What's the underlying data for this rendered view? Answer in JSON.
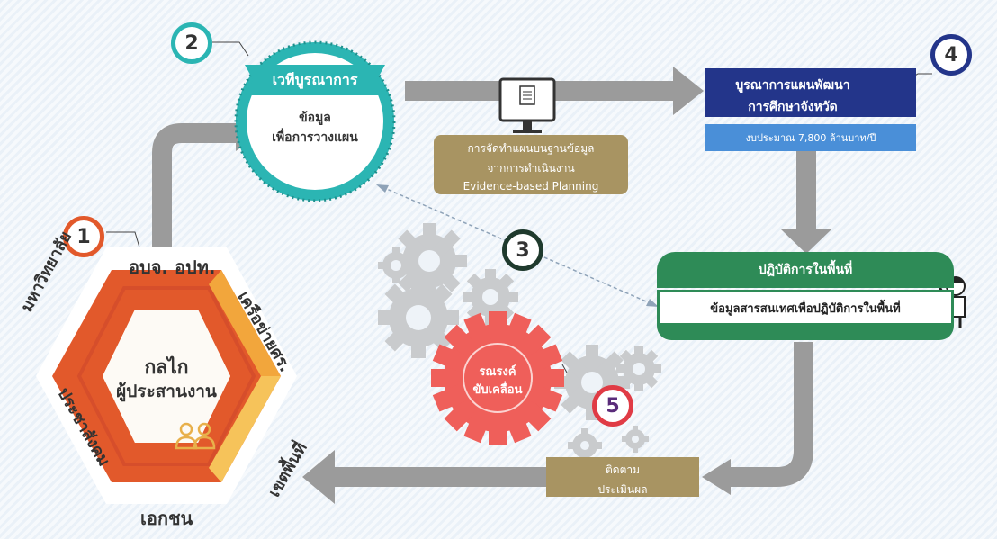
{
  "numbers": {
    "n1": "1",
    "n2": "2",
    "n3": "3",
    "n4": "4",
    "n5": "5"
  },
  "hexagon": {
    "center_line1": "กลไก",
    "center_line2": "ผู้ประสานงาน",
    "top": "อบจ. อปท.",
    "upper_left": "มหาวิทยาลัย",
    "upper_right": "เครือข่ายศร.",
    "lower_left": "ประชาสังคม",
    "lower_right": "เขตพื้นที่",
    "bottom": "เอกชน"
  },
  "platform": {
    "banner": "เวทีบูรณาการ",
    "line1": "ข้อมูล",
    "line2": "เพื่อการวางแผน"
  },
  "evidence": {
    "line1": "การจัดทำแผนบนฐานข้อมูล",
    "line2": "จากการดำเนินงาน",
    "line3": "Evidence-based Planning"
  },
  "provincial_plan": {
    "title_line1": "บูรณาการแผนพัฒนา",
    "title_line2": "การศึกษาจังหวัด",
    "budget": "งบประมาณ 7,800 ล้านบาท/ปี"
  },
  "operation": {
    "title": "ปฏิบัติการในพื้นที่",
    "subtitle": "ข้อมูลสารสนเทศเพื่อปฏิบัติการในพื้นที่"
  },
  "campaign": {
    "line1": "รณรงค์",
    "line2": "ขับเคลื่อน"
  },
  "monitoring": {
    "line1": "ติดตาม",
    "line2": "ประเมินผล"
  },
  "colors": {
    "orange": "#e2592b",
    "teal": "#2bb5b3",
    "navy": "#23358a",
    "green": "#2e8b57",
    "khaki": "#a89462",
    "red_gear": "#ef5f5a",
    "gray_arrow": "#9b9b9b"
  }
}
